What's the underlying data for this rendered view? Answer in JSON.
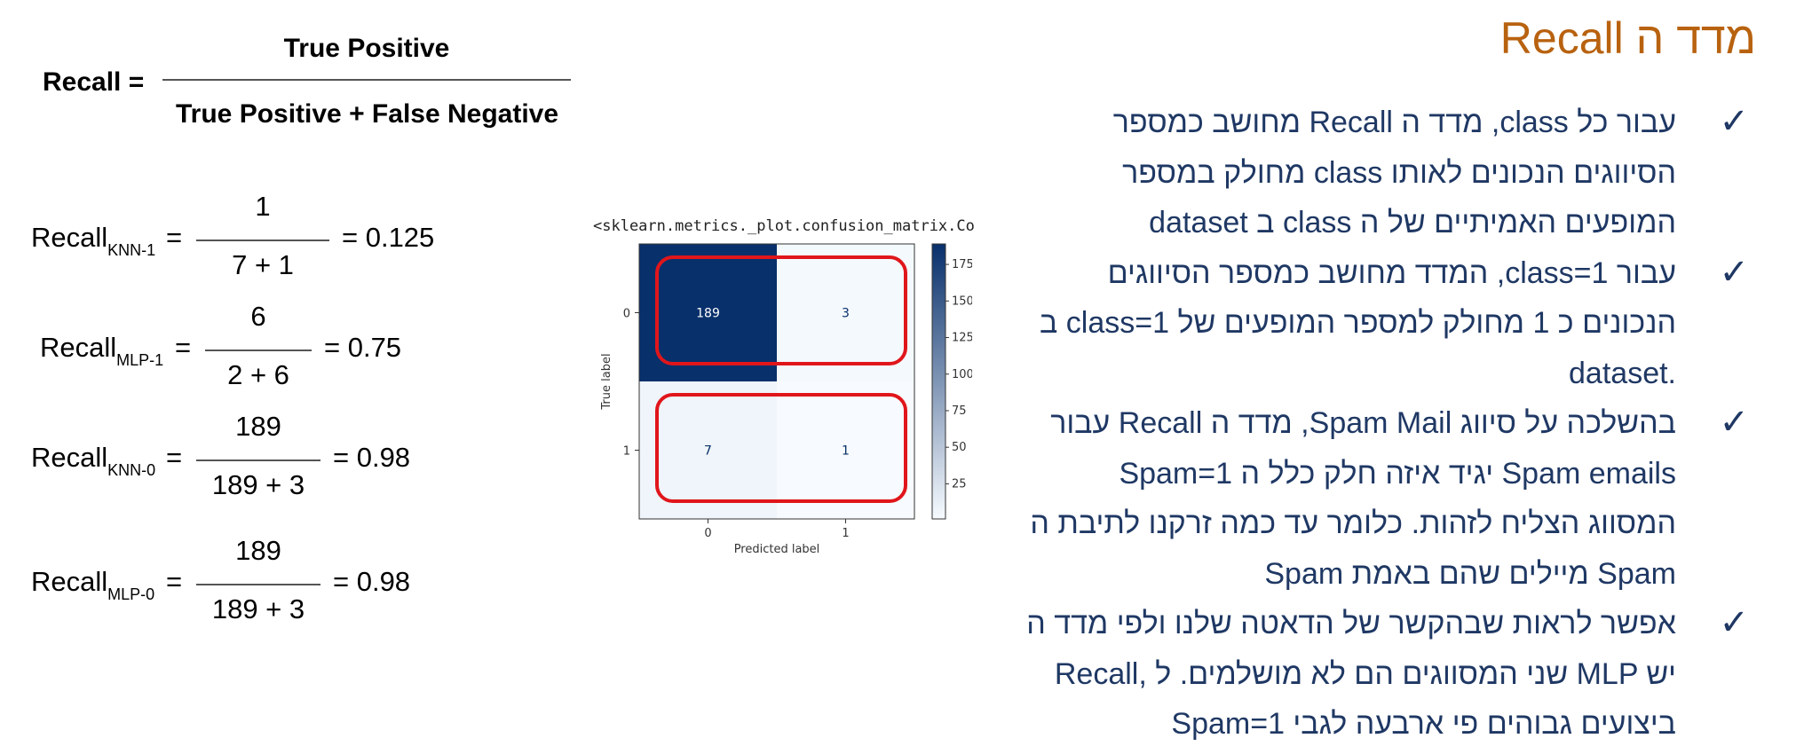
{
  "title": "מדד ה Recall",
  "bullets": [
    {
      "lines": [
        "עבור כל class, מדד ה Recall מחושב כמספר",
        "הסיווגים הנכונים לאותו class מחולק במספר",
        "המופעים האמיתיים של ה class ב dataset"
      ]
    },
    {
      "lines": [
        "עבור class=1, המדד מחושב כמספר הסיווגים",
        "הנכונים כ 1 מחולק למספר המופעים של class=1 ב",
        "dataset."
      ]
    },
    {
      "lines": [
        "בהשלכה על סיווג Spam Mail, מדד ה Recall עבור",
        "Spam=1 יגיד איזה חלק כלל ה Spam emails",
        "המסווג הצליח לזהות. כלומר עד כמה זרקנו לתיבת ה",
        "Spam מיילים שהם באמת Spam"
      ]
    },
    {
      "lines": [
        "אפשר לראות שבהקשר של הדאטה שלנו ולפי מדד ה",
        "Recall, שני המסווגים הם לא מושלמים. ל MLP יש",
        "ביצועים גבוהים פי ארבעה לגבי Spam=1"
      ]
    }
  ],
  "check_symbol": "✓",
  "main_formula": {
    "label": "Recall =",
    "numerator": "True Positive",
    "denominator": "True Positive + False Negative"
  },
  "formulas": [
    {
      "name": "Recall",
      "sub": "KNN-1",
      "eq": "=",
      "numerator": "1",
      "denominator": "7 + 1",
      "result": "= 0.125"
    },
    {
      "name": "Recall",
      "sub": "MLP-1",
      "eq": "=",
      "numerator": "6",
      "denominator": "2 + 6",
      "result": "= 0.75"
    },
    {
      "name": "Recall",
      "sub": "KNN-0",
      "eq": "=",
      "numerator": "189",
      "denominator": "189 + 3",
      "result": "= 0.98"
    },
    {
      "name": "Recall",
      "sub": "MLP-0",
      "eq": "=",
      "numerator": "189",
      "denominator": "189 + 3",
      "result": "= 0.98"
    }
  ],
  "confusion_matrix": {
    "caption": "<sklearn.metrics._plot.confusion_matrix.Co",
    "xlabel": "Predicted label",
    "ylabel": "True label",
    "x_ticks": [
      "0",
      "1"
    ],
    "y_ticks": [
      "0",
      "1"
    ],
    "cells": [
      [
        189,
        3
      ],
      [
        7,
        1
      ]
    ],
    "colorbar_ticks": [
      "175",
      "150",
      "125",
      "100",
      "75",
      "50",
      "25"
    ],
    "colorbar_values": [
      175,
      150,
      125,
      100,
      75,
      50,
      25
    ],
    "colorbar_range": [
      1,
      189
    ],
    "colormap": "Blues",
    "highlight_color": "#e0161b"
  },
  "colors": {
    "title": "#b8620f",
    "body": "#1f3864",
    "high_cell": "#08306b",
    "low_cell": "#f7fbff"
  }
}
